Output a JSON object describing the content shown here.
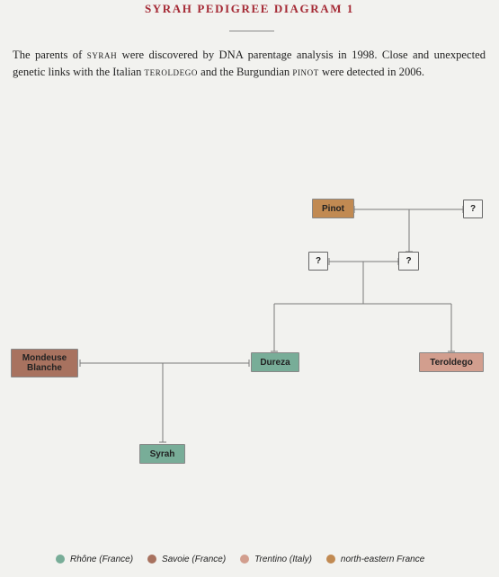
{
  "title": "SYRAH PEDIGREE DIAGRAM 1",
  "intro": {
    "p1": "The parents of ",
    "syrah": "syrah",
    "p2": " were discovered by DNA parentage analysis in 1998. Close and unexpected genetic links with the Italian ",
    "teroldego": "teroldego",
    "p3": " and the Burgundian ",
    "pinot": "pinot",
    "p4": " were detected in 2006."
  },
  "nodes": {
    "pinot": "Pinot",
    "unknown_a": "?",
    "unknown_b": "?",
    "unknown_c": "?",
    "mondeuse": "Mondeuse Blanche",
    "dureza": "Dureza",
    "teroldego": "Teroldego",
    "syrah": "Syrah"
  },
  "legend": [
    {
      "label": "Rhône (France)",
      "color": "#78ad98"
    },
    {
      "label": "Savoie (France)",
      "color": "#a8725f"
    },
    {
      "label": "Trentino (Italy)",
      "color": "#d29e8e"
    },
    {
      "label": "north-eastern France",
      "color": "#c18a52"
    }
  ],
  "colors": {
    "title": "#a52a35",
    "line": "#7a7a7a"
  }
}
